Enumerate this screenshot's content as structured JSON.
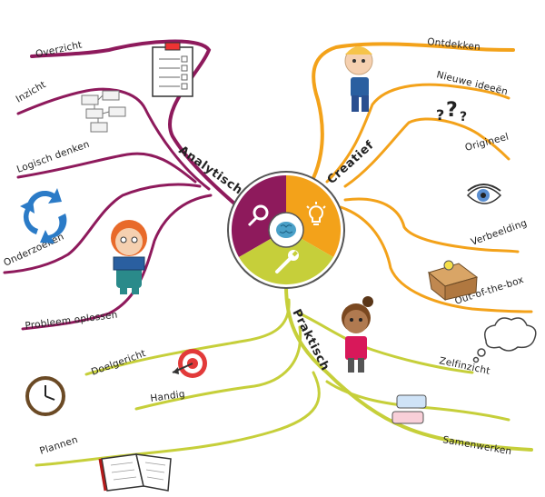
{
  "center": {
    "branches": [
      {
        "name": "Analytisch",
        "color": "#8e1a5c"
      },
      {
        "name": "Creatief",
        "color": "#f3a21a"
      },
      {
        "name": "Praktisch",
        "color": "#c6cf3a"
      }
    ],
    "icons": [
      "magnifier-icon",
      "lightbulb-icon",
      "wrench-icon",
      "brain-icon"
    ]
  },
  "analytisch": {
    "title": "Analytisch",
    "items": [
      "Overzicht",
      "Inzicht",
      "Logisch denken",
      "Onderzoeken",
      "Probleem oplossen"
    ]
  },
  "creatief": {
    "title": "Creatief",
    "items": [
      "Ontdekken",
      "Nieuwe ideeën",
      "Origineel",
      "Verbeelding",
      "Out-of-the-box"
    ]
  },
  "praktisch": {
    "title": "Praktisch",
    "items": [
      "Doelgericht",
      "Handig",
      "Plannen",
      "Zelfinzicht",
      "Samenwerken"
    ]
  },
  "icons": {
    "question_marks": "??"
  }
}
